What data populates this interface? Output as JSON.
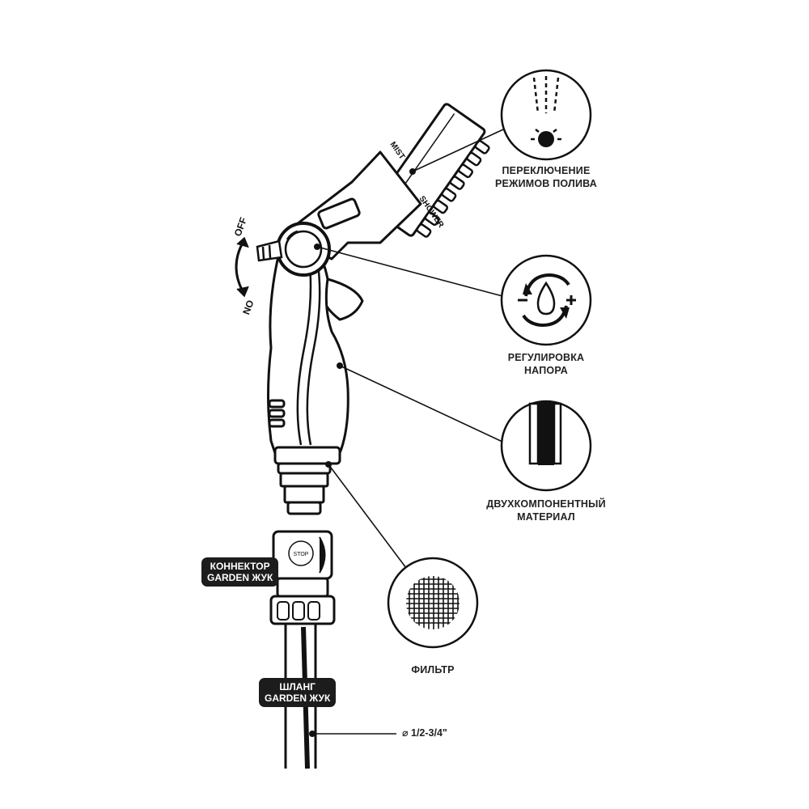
{
  "toggle": {
    "off": "OFF",
    "on": "ON"
  },
  "head_marks": {
    "mist": "MIST",
    "shower": "SHOWER"
  },
  "stop_mark": "STOP",
  "callouts": [
    {
      "icon": "spray-mode-icon",
      "lines": [
        "ПЕРЕКЛЮЧЕНИЕ",
        "РЕЖИМОВ ПОЛИВА"
      ]
    },
    {
      "icon": "pressure-adjust-icon",
      "lines": [
        "РЕГУЛИРОВКА",
        "НАПОРА"
      ]
    },
    {
      "icon": "two-component-icon",
      "lines": [
        "ДВУХКОМПОНЕНТНЫЙ",
        "МАТЕРИАЛ"
      ]
    },
    {
      "icon": "filter-mesh-icon",
      "lines": [
        "ФИЛЬТР"
      ]
    }
  ],
  "tags": {
    "connector": [
      "КОННЕКТОР",
      "GARDEN ЖУК"
    ],
    "hose": [
      "ШЛАНГ",
      "GARDEN ЖУК"
    ]
  },
  "hose_diameter": "⌀ 1/2-3/4\""
}
